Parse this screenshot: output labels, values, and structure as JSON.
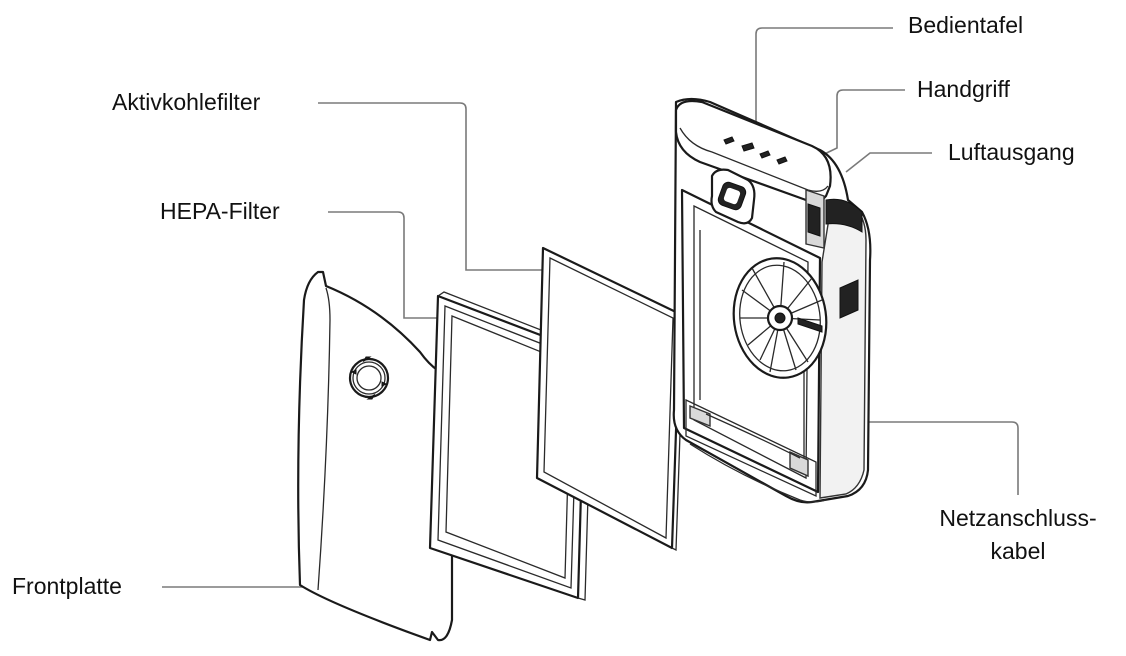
{
  "labels": {
    "bedientafel": "Bedientafel",
    "handgriff": "Handgriff",
    "luftausgang": "Luftausgang",
    "aktivkohlefilter": "Aktivkohlefilter",
    "hepa_filter": "HEPA-Filter",
    "netzanschlusskabel_line1": "Netzanschluss-",
    "netzanschlusskabel_line2": "kabel",
    "frontplatte": "Frontplatte"
  },
  "colors": {
    "line": "#1a1a1a",
    "leader": "#7a7a7a",
    "background": "#ffffff"
  }
}
